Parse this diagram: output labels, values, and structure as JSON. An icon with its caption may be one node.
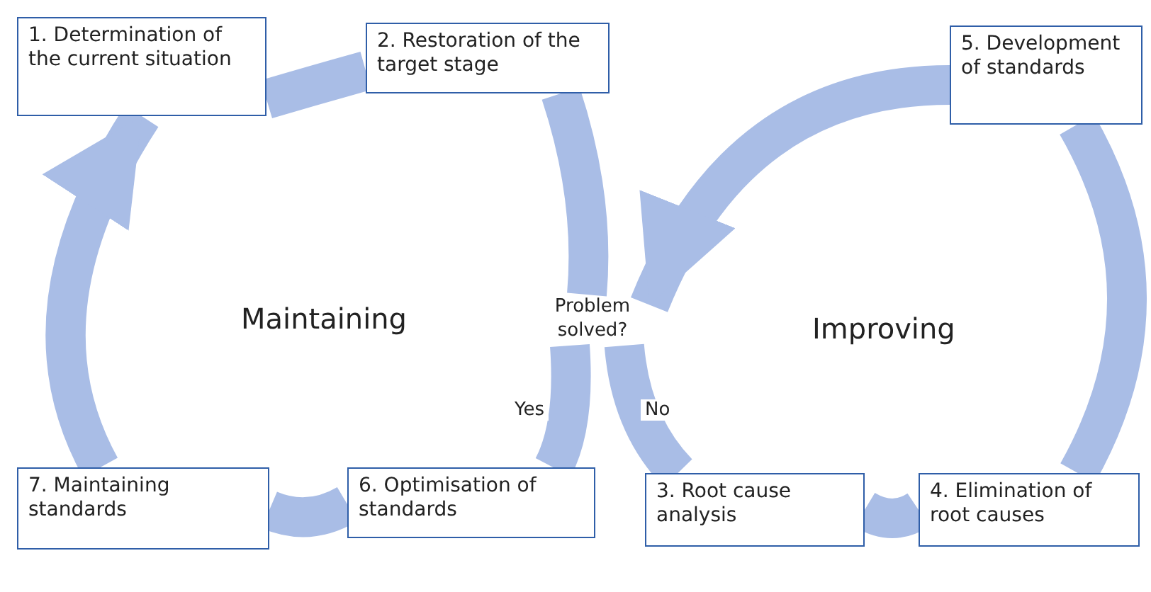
{
  "diagram": {
    "nodes": [
      {
        "text": [
          "1. Determination of the current situation"
        ]
      },
      {
        "text": [
          "2. Restoration of the target stage"
        ]
      },
      {
        "text": [
          "5. Development of standards"
        ]
      },
      {
        "text": [
          "Problem solved?"
        ]
      },
      {
        "text": [
          "7. Maintaining standards"
        ]
      },
      {
        "text": [
          "6. Optimisation of standards"
        ]
      },
      {
        "text": [
          "3. Root cause analysis"
        ]
      },
      {
        "text": [
          "4. Elimination of root causes"
        ]
      }
    ],
    "edges": [
      {
        "from": 3,
        "to": 5,
        "arrow": "none",
        "label": "Yes"
      },
      {
        "from": 5,
        "to": 4,
        "arrow": "none"
      },
      {
        "from": 4,
        "to": 0,
        "arrow": "to"
      },
      {
        "from": 0,
        "to": 1,
        "arrow": "none"
      },
      {
        "from": 1,
        "to": 3,
        "arrow": "none"
      },
      {
        "from": 3,
        "to": 6,
        "arrow": "none",
        "label": "No"
      },
      {
        "from": 6,
        "to": 7,
        "arrow": "none"
      },
      {
        "from": 7,
        "to": 2,
        "arrow": "none"
      },
      {
        "from": 2,
        "to": 3,
        "arrow": "to"
      }
    ],
    "labels": [
      "Maintaining",
      "Improving"
    ]
  }
}
